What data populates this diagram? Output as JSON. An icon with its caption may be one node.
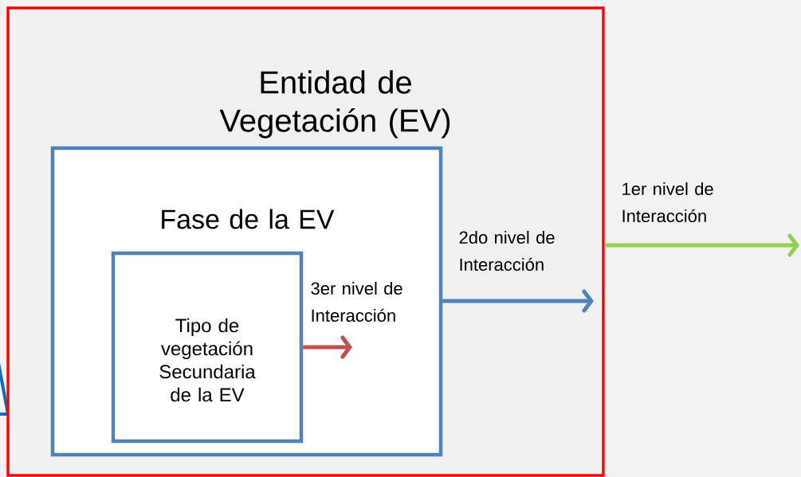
{
  "diagram": {
    "nodes": [
      {
        "text": [
          "Entidad de Vegetación (EV)"
        ]
      },
      {
        "text": [
          "Fase de la EV"
        ],
        "in": 0
      },
      {
        "text": [
          "Tipo de vegetación Secundaria de la EV"
        ],
        "in": 1
      }
    ],
    "edges": [
      {
        "from": 2,
        "to": null,
        "arrow": "to",
        "label": "3er nivel de Interacción",
        "color": "#c0504d"
      },
      {
        "from": 1,
        "to": null,
        "arrow": "to",
        "label": "2do nivel de Interacción",
        "color": "#4f81bd"
      },
      {
        "from": 0,
        "to": null,
        "arrow": "to",
        "label": "1er nivel de Interacción",
        "color": "#92d050"
      }
    ]
  }
}
